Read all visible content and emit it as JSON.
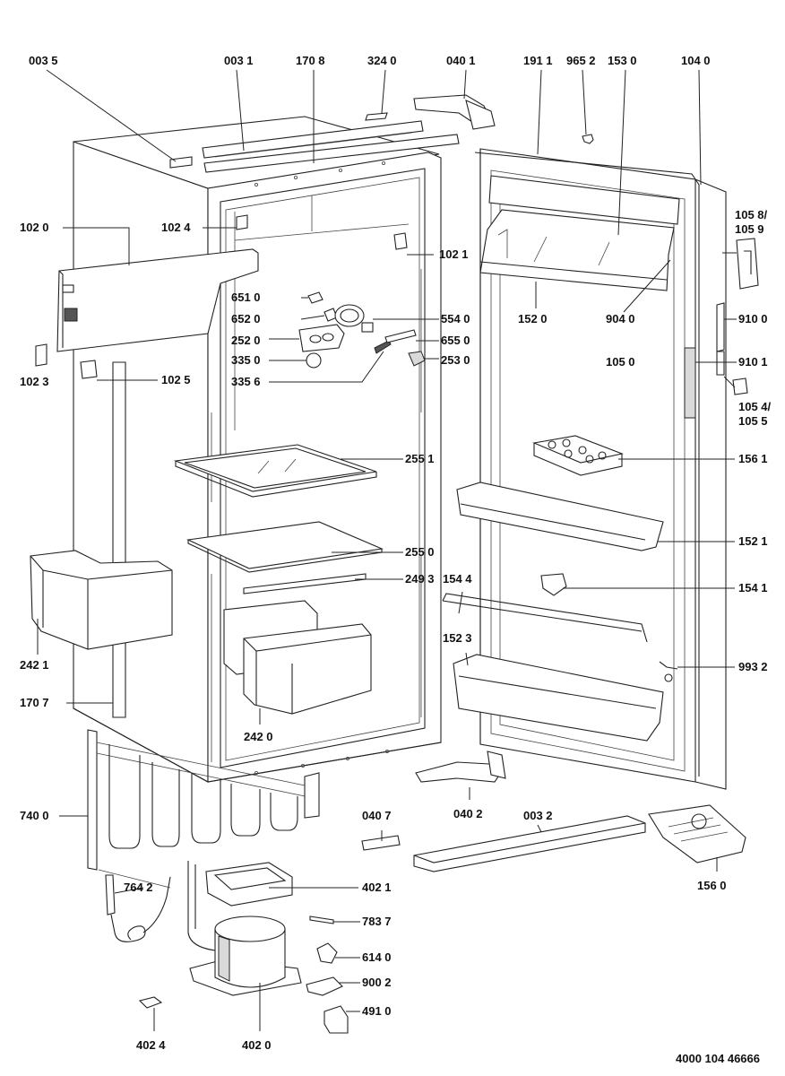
{
  "labels": {
    "l0035": "003 5",
    "l0031": "003 1",
    "l1708": "170 8",
    "l3240": "324 0",
    "l0401": "040 1",
    "l1911": "191 1",
    "l9652": "965 2",
    "l1530": "153 0",
    "l1040": "104 0",
    "l1058": "105 8/",
    "l1059": "105 9",
    "l1020": "102 0",
    "l1024": "102 4",
    "l1021": "102 1",
    "l6510": "651 0",
    "l6520": "652 0",
    "l5540": "554 0",
    "l2520": "252 0",
    "l6550": "655 0",
    "l3350": "335 0",
    "l2530": "253 0",
    "l3356": "335 6",
    "l1023": "102 3",
    "l1025": "102 5",
    "l1520": "152 0",
    "l9040": "904 0",
    "l9100": "910 0",
    "l1050": "105 0",
    "l9101": "910 1",
    "l1054": "105 4/",
    "l1055": "105 5",
    "l2551": "255 1",
    "l1561": "156 1",
    "l1521": "152 1",
    "l2550": "255 0",
    "l2493": "249 3",
    "l1544": "154 4",
    "l1541": "154 1",
    "l2421": "242 1",
    "l1523": "152 3",
    "l9932": "993 2",
    "l1707": "170 7",
    "l2420": "242 0",
    "l7400": "740 0",
    "l0407": "040 7",
    "l0402": "040 2",
    "l0032": "003 2",
    "l7642": "764 2",
    "l4021": "402 1",
    "l1560": "156 0",
    "l7837": "783 7",
    "l6140": "614 0",
    "l9002": "900 2",
    "l4910": "491 0",
    "l4024": "402 4",
    "l4020": "402 0"
  },
  "document_code": "4000 104 46666"
}
